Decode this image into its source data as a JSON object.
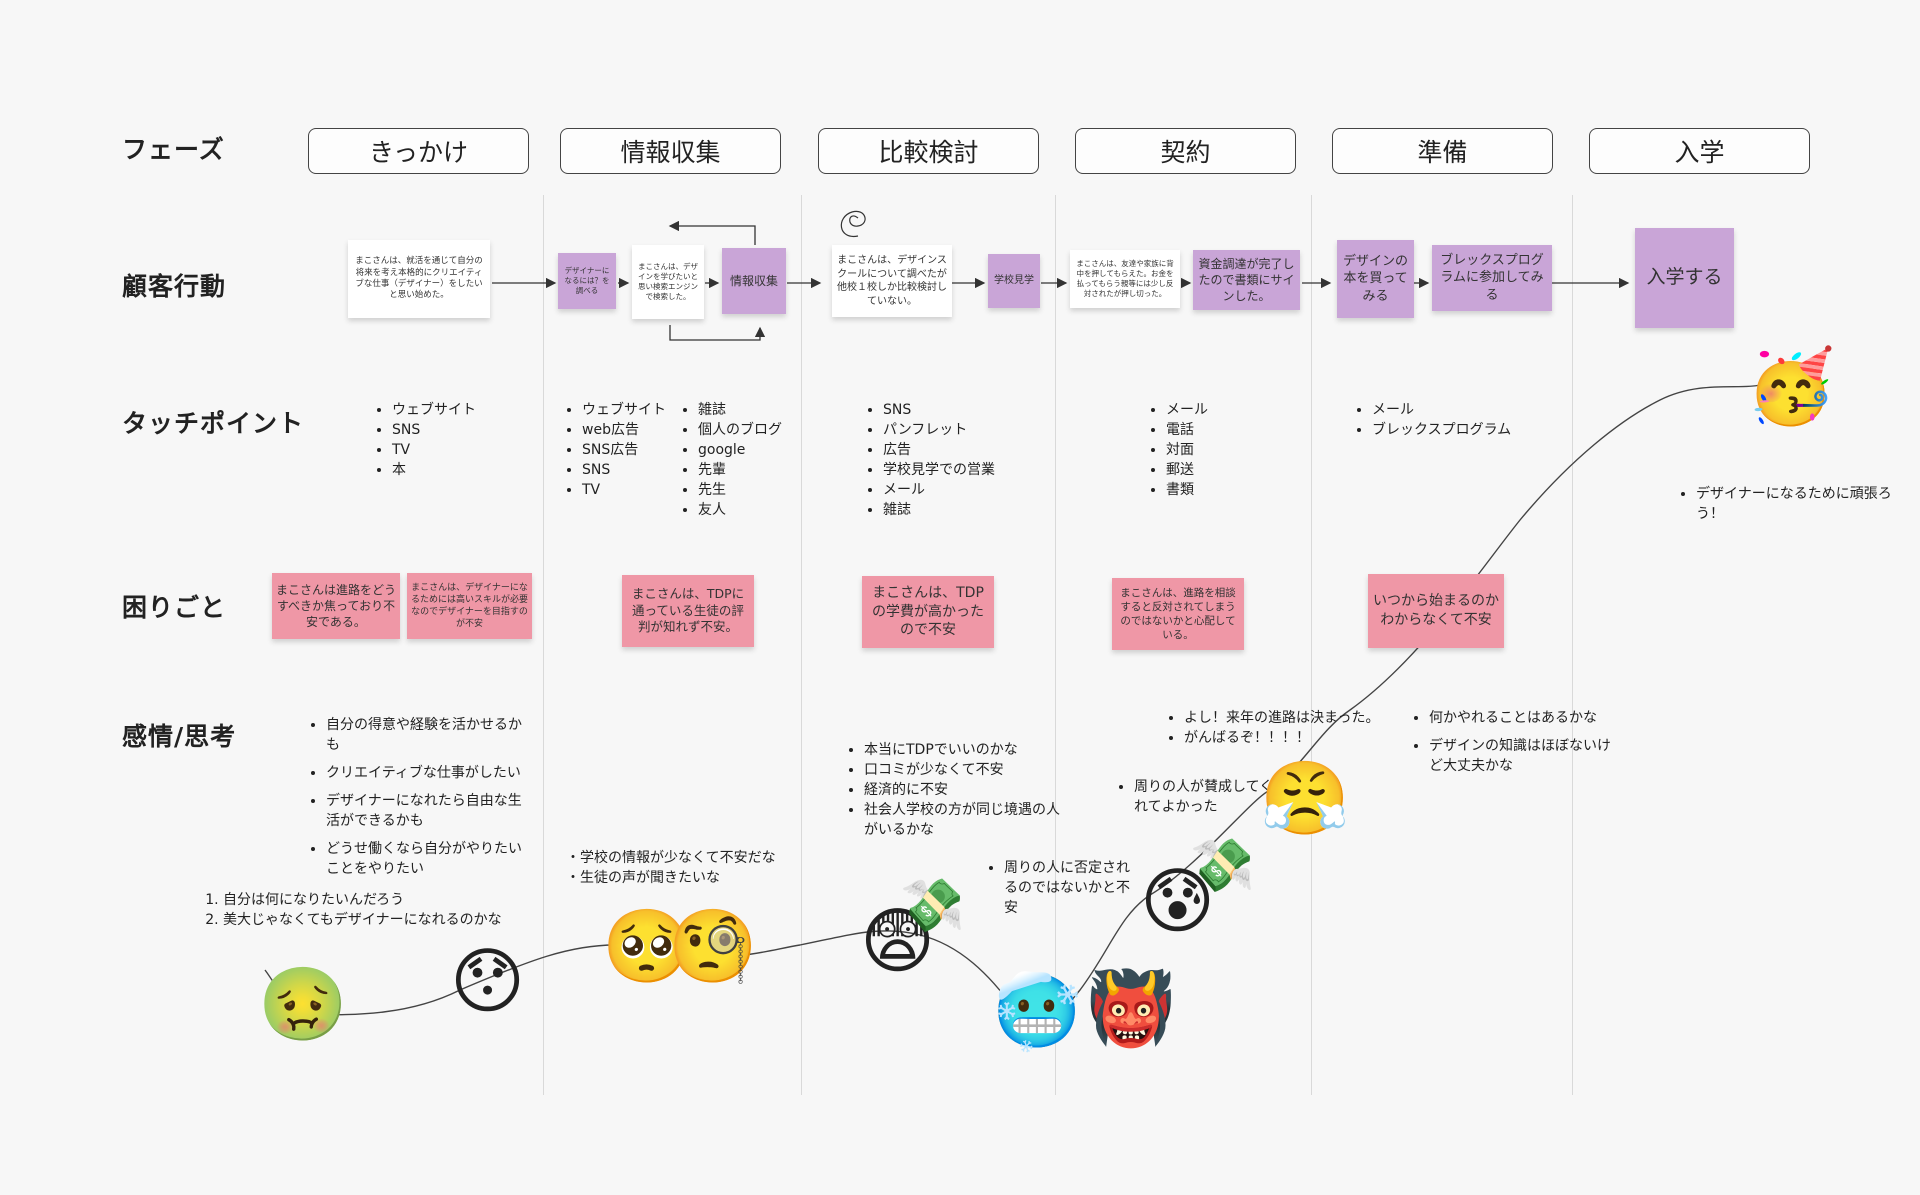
{
  "row_labels": {
    "phase": "フェーズ",
    "action": "顧客行動",
    "touchpoint": "タッチポイント",
    "pain": "困りごと",
    "emotion": "感情/思考"
  },
  "phases": [
    "きっかけ",
    "情報収集",
    "比較検討",
    "契約",
    "準備",
    "入学"
  ],
  "actions": {
    "n1": "まこさんは、就活を通じて自分の将来を考え本格的にクリエイティブな仕事（デザイナー）をしたいと思い始めた。",
    "n2": "デザイナーになるには？を調べる",
    "n3": "まこさんは、デザインを学びたいと思い検索エンジンで検索した。",
    "n4": "情報収集",
    "n5": "まこさんは、デザインスクールについて調べたが他校１校しか比較検討していない。",
    "n6": "学校見学",
    "n7": "まこさんは、友達や家族に背中を押してもらえた。お金を払ってもらう親等には少し反対されたが押し切った。",
    "n8": "資金調達が完了したので書類にサインした。",
    "n9": "デザインの本を買ってみる",
    "n10": "ブレックスプログラムに参加してみる",
    "n11": "入学する"
  },
  "touchpoints": {
    "p1": [
      "ウェブサイト",
      "SNS",
      "TV",
      "本"
    ],
    "p2a": [
      "ウェブサイト",
      "web広告",
      "SNS広告",
      "SNS",
      "TV"
    ],
    "p2b": [
      "雑誌",
      "個人のブログ",
      "google",
      "先輩",
      "先生",
      "友人"
    ],
    "p3": [
      "SNS",
      "パンフレット",
      "広告",
      "学校見学での営業",
      "メール",
      "雑誌"
    ],
    "p4": [
      "メール",
      "電話",
      "対面",
      "郵送",
      "書類"
    ],
    "p5": [
      "メール",
      "ブレックスプログラム"
    ]
  },
  "pains": {
    "k1": "まこさんは進路をどうすべきか焦っており不安である。",
    "k2": "まこさんは、デザイナーになるためには高いスキルが必要なのでデザイナーを目指すのが不安",
    "k3": "まこさんは、TDPに通っている生徒の評判が知れず不安。",
    "k4": "まこさんは、TDPの学費が高かったので不安",
    "k5": "まこさんは、進路を相談すると反対されてしまうのではないかと心配している。",
    "k6": "いつから始まるのかわからなくて不安"
  },
  "emotions": {
    "e1": [
      "自分の得意や経験を活かせるかも",
      "クリエイティブな仕事がしたい",
      "デザイナーになれたら自由な生活ができるかも",
      "どうせ働くなら自分がやりたいことをやりたい"
    ],
    "e1b": [
      "自分は何になりたいんだろう",
      "美大じゃなくてもデザイナーになれるのかな"
    ],
    "e2": [
      "学校の情報が少なくて不安だな",
      "生徒の声が聞きたいな"
    ],
    "e3": [
      "本当にTDPでいいのかな",
      "口コミが少なくて不安",
      "経済的に不安",
      "社会人学校の方が同じ境遇の人がいるかな"
    ],
    "e4a": [
      "周りの人に否定されるのではないかと不安"
    ],
    "e4b": [
      "周りの人が賛成してくれてよかった"
    ],
    "e4c": [
      "よし！来年の進路は決まった。",
      "がんばるぞ！！！！"
    ],
    "e5": [
      "何かやれることはあるかな",
      "デザインの知識はほぼないけど大丈夫かな"
    ],
    "e6": [
      "デザイナーになるために頑張ろう！"
    ]
  },
  "faces": {
    "f1": "🤢",
    "f2": "😯",
    "f3": "🥺",
    "f4": "🧐",
    "f5": "😨",
    "f6": "💸",
    "f7": "🥶",
    "f8": "👹",
    "f9": "😰",
    "f10": "💸",
    "f11": "😤",
    "f12": "🥳"
  },
  "colors": {
    "purple_note": "#c9a5d7",
    "pink_note": "#ef97a6",
    "white_note": "#ffffff"
  }
}
